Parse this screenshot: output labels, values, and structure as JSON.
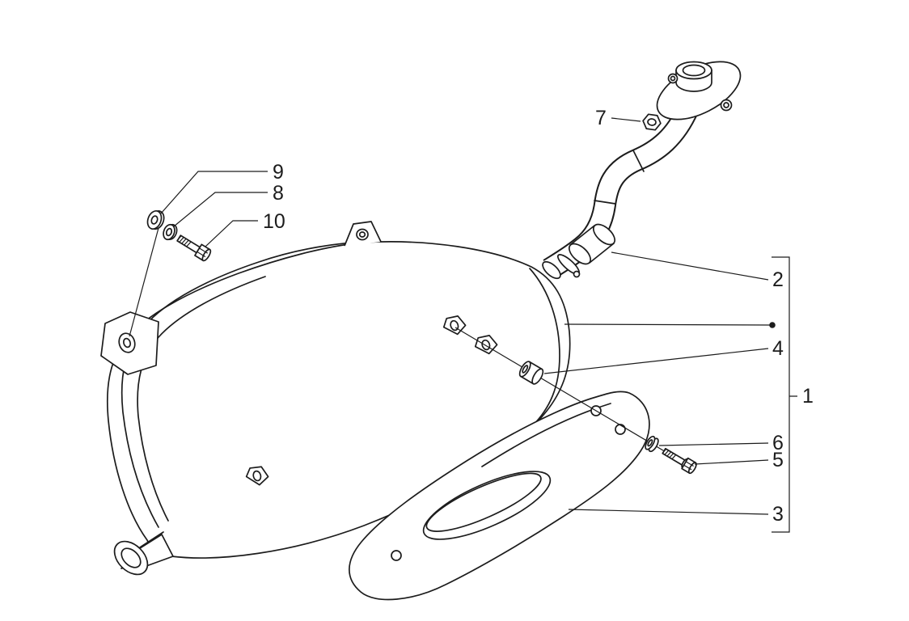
{
  "colors": {
    "line": "#1c1c1c",
    "background": "#ffffff"
  },
  "callouts": {
    "c1": "1",
    "c2": "2",
    "c3": "3",
    "c4": "4",
    "c5": "5",
    "c6": "6",
    "c7": "7",
    "c8": "8",
    "c9": "9",
    "c10": "10"
  }
}
